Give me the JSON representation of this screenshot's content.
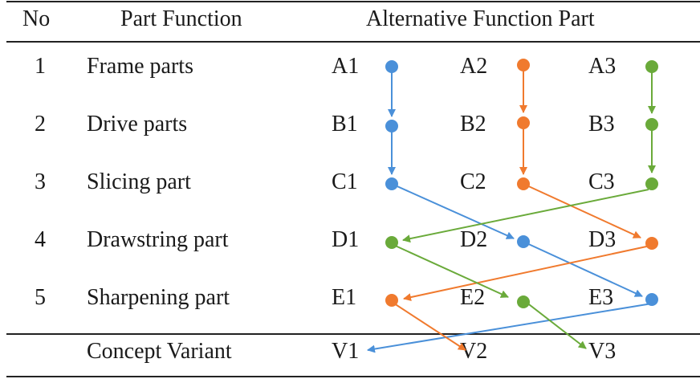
{
  "table": {
    "headers": {
      "no": "No",
      "part_function": "Part Function",
      "alternative": "Alternative Function Part"
    },
    "rows": [
      {
        "no": "1",
        "function": "Frame parts",
        "options": [
          "A1",
          "A2",
          "A3"
        ]
      },
      {
        "no": "2",
        "function": "Drive parts",
        "options": [
          "B1",
          "B2",
          "B3"
        ]
      },
      {
        "no": "3",
        "function": "Slicing part",
        "options": [
          "C1",
          "C2",
          "C3"
        ]
      },
      {
        "no": "4",
        "function": "Drawstring part",
        "options": [
          "D1",
          "D2",
          "D3"
        ]
      },
      {
        "no": "5",
        "function": "Sharpening part",
        "options": [
          "E1",
          "E2",
          "E3"
        ]
      }
    ],
    "variant_row": {
      "label": "Concept Variant",
      "variants": [
        "V1",
        "V2",
        "V3"
      ]
    }
  },
  "paths": [
    {
      "variant": "V1",
      "color": "#4a90d9",
      "sequence": [
        "A1",
        "B1",
        "C1",
        "D2",
        "E3",
        "V1"
      ]
    },
    {
      "variant": "V2",
      "color": "#f07a2e",
      "sequence": [
        "A2",
        "B2",
        "C2",
        "D3",
        "E1",
        "V2"
      ]
    },
    {
      "variant": "V3",
      "color": "#6aaa3a",
      "sequence": [
        "A3",
        "B3",
        "C3",
        "D1",
        "E2",
        "V3"
      ]
    }
  ],
  "colors": {
    "blue": "#4a90d9",
    "orange": "#f07a2e",
    "green": "#6aaa3a",
    "rule": "#222222"
  }
}
